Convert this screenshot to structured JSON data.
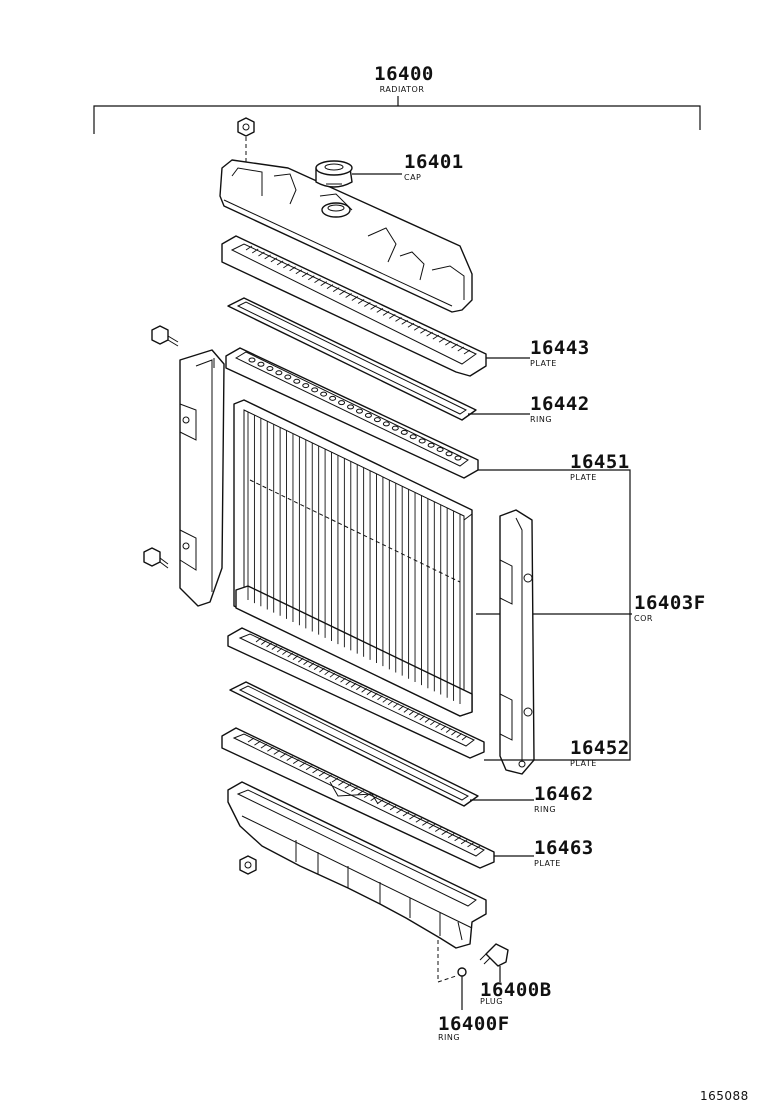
{
  "assembly": {
    "number": "16400",
    "name": "RADIATOR"
  },
  "callouts": [
    {
      "id": "cap",
      "number": "16401",
      "name": "CAP"
    },
    {
      "id": "upper-plate",
      "number": "16443",
      "name": "PLATE"
    },
    {
      "id": "upper-ring",
      "number": "16442",
      "name": "RING"
    },
    {
      "id": "upper-core-plate",
      "number": "16451",
      "name": "PLATE"
    },
    {
      "id": "core",
      "number": "16403F",
      "name": "COR"
    },
    {
      "id": "lower-core-plate",
      "number": "16452",
      "name": "PLATE"
    },
    {
      "id": "lower-ring",
      "number": "16462",
      "name": "RING"
    },
    {
      "id": "lower-plate",
      "number": "16463",
      "name": "PLATE"
    },
    {
      "id": "drain-plug",
      "number": "16400B",
      "name": "PLUG"
    },
    {
      "id": "plug-ring",
      "number": "16400F",
      "name": "RING"
    }
  ],
  "figure_id": "165088"
}
